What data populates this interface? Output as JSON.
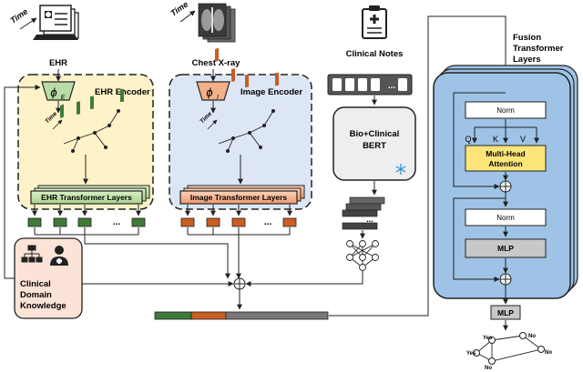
{
  "inputs": {
    "time_label": "Time",
    "ehr_label": "EHR",
    "xray_label": "Chest X-ray",
    "notes_label": "Clinical Notes",
    "ellipsis": "..."
  },
  "ehr_encoder": {
    "title": "EHR Encoder",
    "phi": "ϕ",
    "phi_sub": "E",
    "transformer": "EHR Transformer Layers",
    "ellipsis": "..."
  },
  "image_encoder": {
    "title": "Image Encoder",
    "phi": "ϕ",
    "phi_sub": "I",
    "transformer": "Image Transformer Layers",
    "ellipsis": "..."
  },
  "text_encoder": {
    "line1": "Bio+Clinical",
    "line2": "BERT",
    "frozen_icon": "snowflake-icon",
    "ellipsis": "..."
  },
  "knowledge": {
    "line1": "Clinical",
    "line2": "Domain",
    "line3": "Knowledge"
  },
  "fusion": {
    "title_line1": "Fusion",
    "title_line2": "Transformer",
    "title_line3": "Layers",
    "norm1": "Norm",
    "q": "Q",
    "k": "K",
    "v": "V",
    "mha_line1": "Multi-Head",
    "mha_line2": "Attention",
    "norm2": "Norm",
    "mlp": "MLP",
    "plus": "⊕"
  },
  "output": {
    "mlp": "MLP",
    "yes1": "Yes",
    "no1": "No",
    "yes2": "Yes",
    "no2": "No",
    "no3": "No"
  },
  "concat": {
    "plus": "⊕"
  },
  "colors": {
    "ehr_bg": "#fdf2c8",
    "image_bg": "#dde6f5",
    "ehr_token": "#3f7a3a",
    "image_token": "#c95d24",
    "fusion_bg": "#9ec3e6",
    "mha": "#fde57a",
    "knowledge_bg": "#fbe3d8"
  }
}
